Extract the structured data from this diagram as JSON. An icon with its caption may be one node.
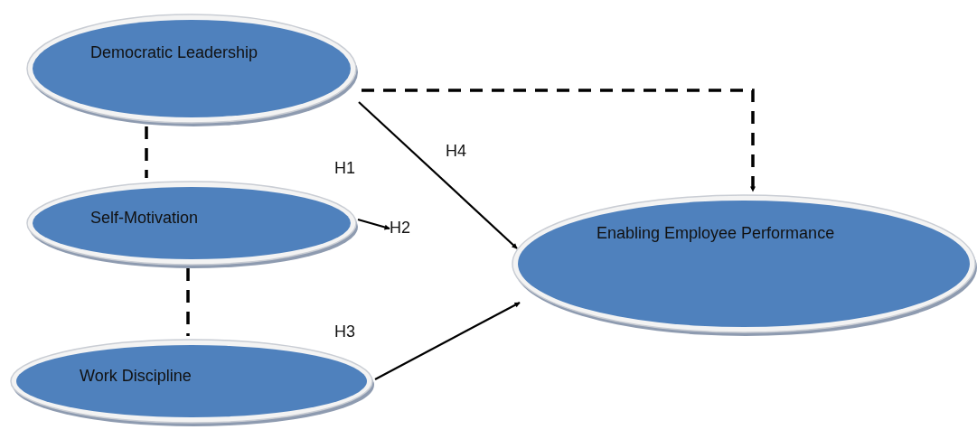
{
  "diagram": {
    "nodes": [
      {
        "text": [
          "Democratic Leadership"
        ]
      },
      {
        "text": [
          "Self-Motivation"
        ]
      },
      {
        "text": [
          "Work Discipline"
        ]
      },
      {
        "text": [
          "Enabling Employee Performance"
        ]
      },
      {
        "text": [
          "H2"
        ]
      }
    ],
    "edges": [
      {
        "from": 0,
        "to": 1,
        "arrow": "none",
        "style": "dashed"
      },
      {
        "from": 1,
        "to": 2,
        "arrow": "none",
        "style": "dashed"
      },
      {
        "from": 1,
        "to": 4,
        "arrow": "to"
      },
      {
        "from": 0,
        "to": 3,
        "arrow": "to"
      },
      {
        "from": 0,
        "to": 3,
        "arrow": "to",
        "style": "dashed"
      },
      {
        "from": 2,
        "to": 3,
        "arrow": "to"
      }
    ],
    "labels": [
      "H4",
      "H1",
      "H3"
    ]
  }
}
